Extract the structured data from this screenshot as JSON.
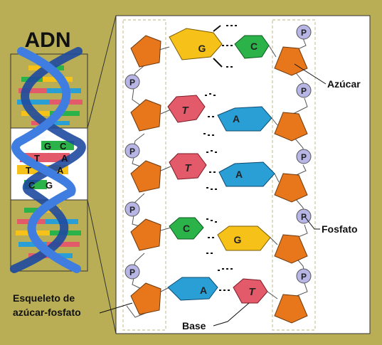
{
  "title": "ADN",
  "colors": {
    "background": "#b9ae55",
    "panel": "#ffffff",
    "sugar": "#e8761a",
    "phosphate": "#b7b5e6",
    "base_G": "#f6c21a",
    "base_C": "#2bb34a",
    "base_T": "#e35a6a",
    "base_A": "#2a9fd6",
    "helix": "#2a5fbf",
    "dashed": "#c7c49a"
  },
  "labels": {
    "sugar": "Azúcar",
    "phosphate": "Fosfato",
    "backbone_line1": "Esqueleto de",
    "backbone_line2": "azúcar-fosfato",
    "base": "Base"
  },
  "phosphate_symbol": "P",
  "base_pairs": [
    {
      "left": "G",
      "right": "C"
    },
    {
      "left": "T",
      "right": "A"
    },
    {
      "left": "T",
      "right": "A"
    },
    {
      "left": "C",
      "right": "G"
    },
    {
      "left": "A",
      "right": "T"
    }
  ],
  "helix_letters": [
    {
      "left": "G",
      "right": "C"
    },
    {
      "left": "T",
      "right": "A"
    },
    {
      "left": "T",
      "right": "A"
    },
    {
      "left": "C",
      "right": "G"
    }
  ]
}
